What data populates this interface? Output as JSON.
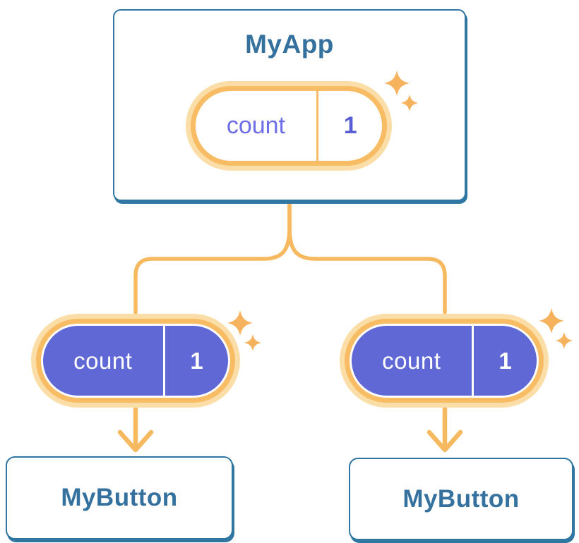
{
  "diagram": {
    "description": "React state tree: parent component passes count state down to two child buttons",
    "root": {
      "title": "MyApp",
      "state": {
        "name": "count",
        "value": "1"
      }
    },
    "children": [
      {
        "title": "MyButton",
        "prop": {
          "name": "count",
          "value": "1"
        }
      },
      {
        "title": "MyButton",
        "prop": {
          "name": "count",
          "value": "1"
        }
      }
    ],
    "colors": {
      "card_border": "#2f76a3",
      "card_background": "#ffffff",
      "title_text": "#35719e",
      "pill_ring": "#f7bc64",
      "pill_glow": "#fbdea7",
      "pill_fill_purple": "#5f68d4",
      "pill_text_on_white": "#6d6de8",
      "pill_value_on_white": "#5a5ed6",
      "pill_text_on_purple": "#ffffff",
      "connector_line": "#f7b95f",
      "sparkle": "#f6b25c"
    }
  }
}
